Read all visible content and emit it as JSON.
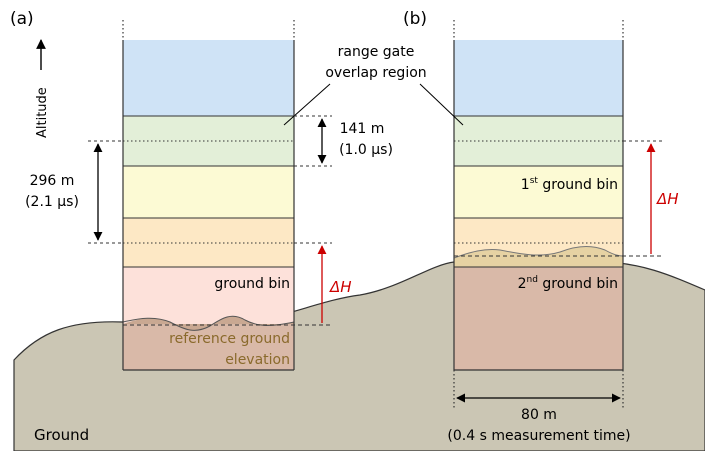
{
  "panels": {
    "a": {
      "label": "(a)"
    },
    "b": {
      "label": "(b)"
    }
  },
  "labels": {
    "altitude": "Altitude",
    "overlap_line1": "range gate",
    "overlap_line2": "overlap region",
    "gate_spacing_value": "141 m",
    "gate_spacing_time": "(1.0 µs)",
    "gate_length_value": "296 m",
    "gate_length_time": "(2.1 µs)",
    "ground_bin": "ground bin",
    "delta_h": "ΔH",
    "reference_ground_line1": "reference ground",
    "reference_ground_line2": "elevation",
    "first_ground_bin_num": "1",
    "first_ground_bin_sup": "st",
    "first_ground_bin_text": " ground bin",
    "second_ground_bin_num": "2",
    "second_ground_bin_sup": "nd",
    "second_ground_bin_text": " ground bin",
    "footprint_value": "80 m",
    "footprint_time": "(0.4 s measurement time)",
    "ground": "Ground"
  },
  "colors": {
    "blue_bin": "#cfe3f6",
    "green_bin": "#e3efd8",
    "yellow_bin": "#fcfad4",
    "orange_bin": "#fde8c5",
    "pink_bin": "#fde1da",
    "brown_bin": "#d9b9a8",
    "ground": "#cbc6b4",
    "reference_text": "#8a6a2c",
    "delta_arrow": "#cc0000"
  }
}
